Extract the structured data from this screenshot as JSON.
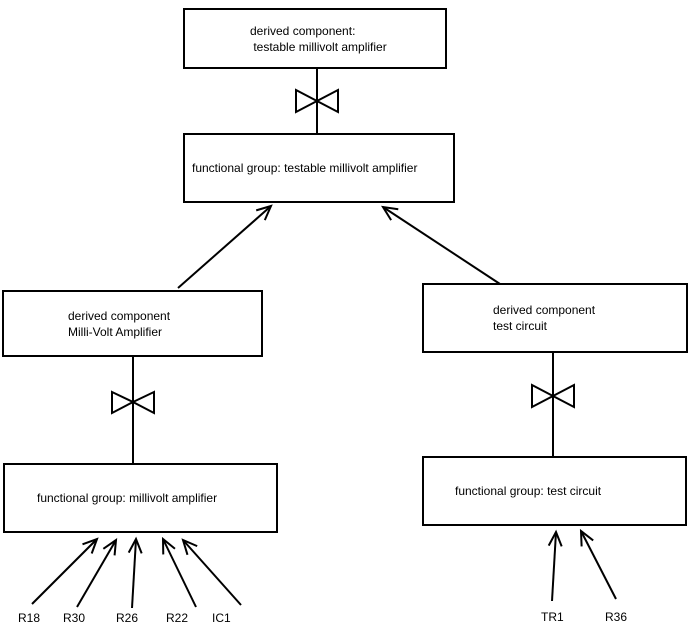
{
  "diagram": {
    "nodes": {
      "top_derived": {
        "line1": "derived component:",
        "line2": " testable millivolt amplifier"
      },
      "top_functional": {
        "label": "functional group: testable millivolt amplifier"
      },
      "left_derived": {
        "line1": "derived component",
        "line2": "Milli-Volt Amplifier"
      },
      "left_functional": {
        "label": "functional group: millivolt amplifier"
      },
      "right_derived": {
        "line1": "derived component",
        "line2": "test circuit"
      },
      "right_functional": {
        "label": "functional group: test circuit"
      }
    },
    "left_components": [
      "R18",
      "R30",
      "R26",
      "R22",
      "IC1"
    ],
    "right_components": [
      "TR1",
      "R36"
    ],
    "colors": {
      "line": "#000000",
      "background": "#ffffff",
      "text": "#000000"
    }
  }
}
